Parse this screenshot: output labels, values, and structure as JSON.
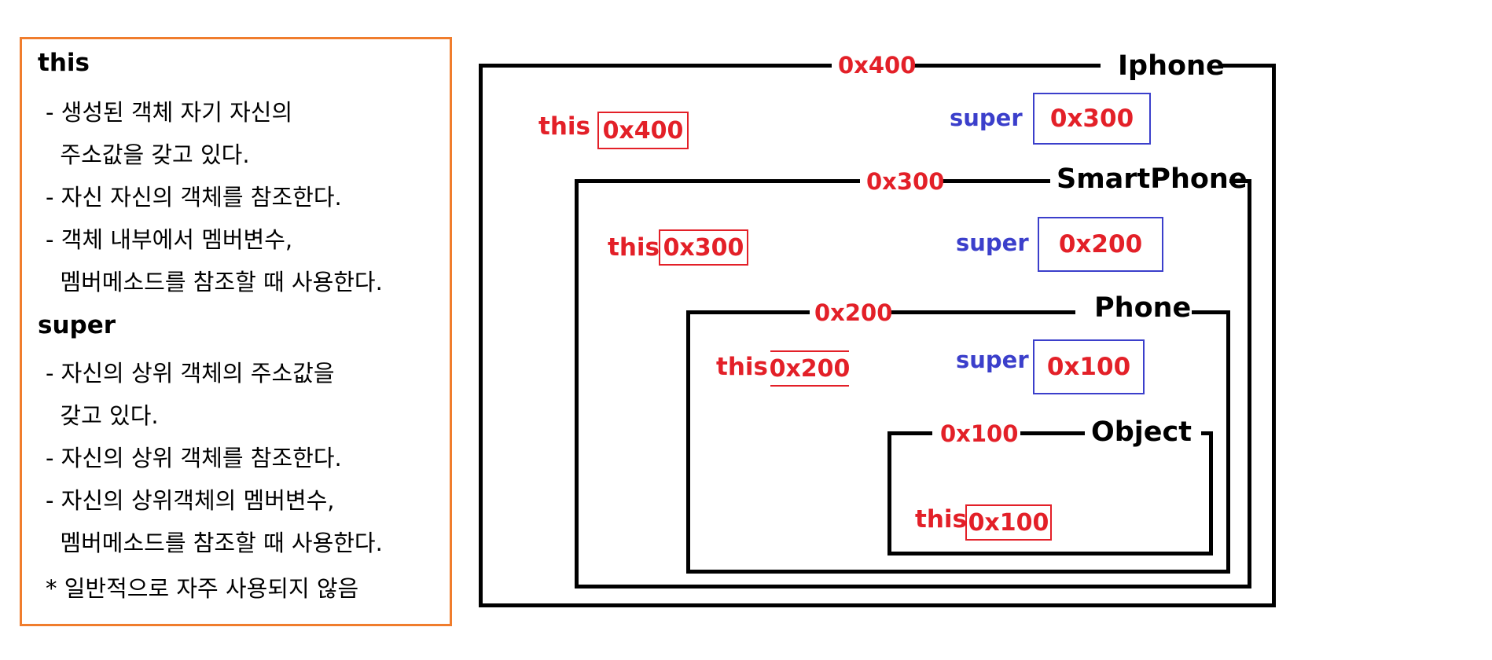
{
  "panel": {
    "this_heading": "this",
    "this_lines": [
      "- 생성된 객체 자기 자신의",
      "  주소값을 갖고 있다.",
      "- 자신 자신의 객체를 참조한다.",
      "- 객체 내부에서 멤버변수,",
      "  멤버메소드를 참조할 때 사용한다."
    ],
    "super_heading": "super",
    "super_lines": [
      "- 자신의 상위 객체의 주소값을",
      "  갖고 있다.",
      "- 자신의 상위 객체를 참조한다.",
      "- 자신의 상위객체의 멤버변수,",
      "  멤버메소드를 참조할 때 사용한다.",
      "* 일반적으로 자주 사용되지 않음"
    ]
  },
  "diagram": {
    "this_label": "this",
    "super_label": "super",
    "classes": [
      {
        "name": "Iphone",
        "address": "0x400",
        "this_value": "0x400",
        "super_value": "0x300"
      },
      {
        "name": "SmartPhone",
        "address": "0x300",
        "this_value": "0x300",
        "super_value": "0x200"
      },
      {
        "name": "Phone",
        "address": "0x200",
        "this_value": "0x200",
        "super_value": "0x100"
      },
      {
        "name": "Object",
        "address": "0x100",
        "this_value": "0x100"
      }
    ]
  },
  "colors": {
    "panel_border": "#f07d2d",
    "address_red": "#e32028",
    "super_blue": "#3b3fcb",
    "frame_black": "#000000"
  }
}
